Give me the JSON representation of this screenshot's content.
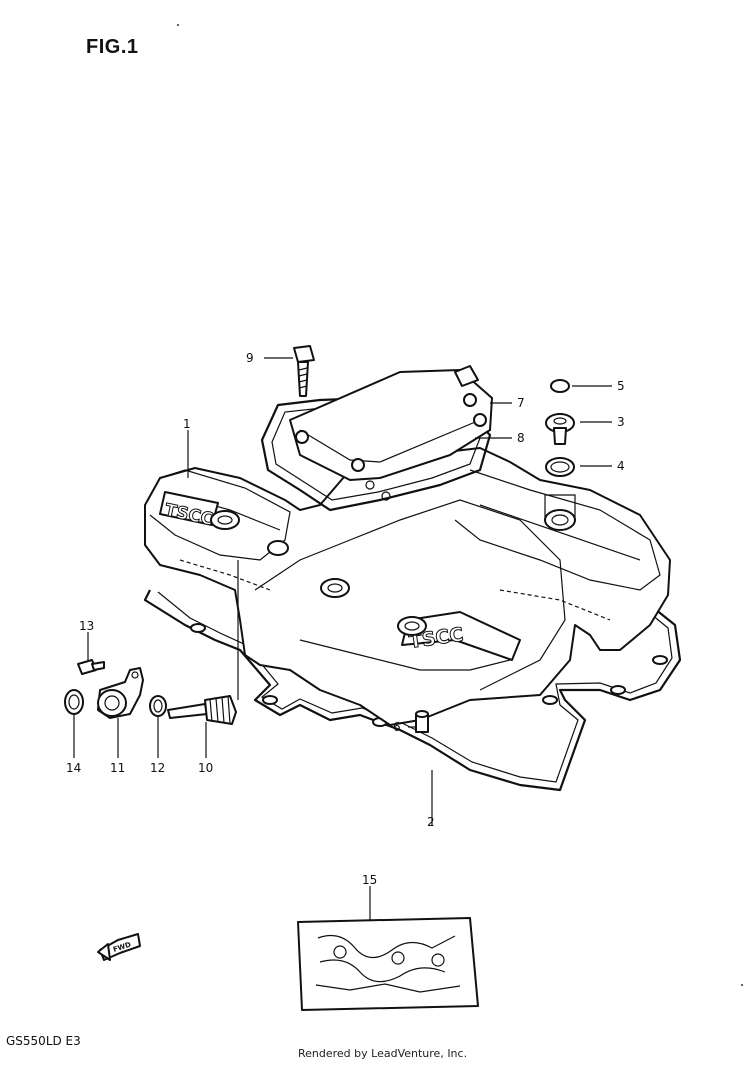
{
  "figure_title": "FIG.1",
  "model_label": "GS550LD E3",
  "credit": "Rendered by LeadVenture, Inc.",
  "embossed_text": "TSCC",
  "fwd_label": "FWD",
  "callouts": [
    {
      "id": "c1",
      "label": "1"
    },
    {
      "id": "c2",
      "label": "2"
    },
    {
      "id": "c3",
      "label": "3"
    },
    {
      "id": "c4",
      "label": "4"
    },
    {
      "id": "c5",
      "label": "5"
    },
    {
      "id": "c6",
      "label": "6"
    },
    {
      "id": "c7",
      "label": "7"
    },
    {
      "id": "c8",
      "label": "8"
    },
    {
      "id": "c9",
      "label": "9"
    },
    {
      "id": "c10",
      "label": "10"
    },
    {
      "id": "c11",
      "label": "11"
    },
    {
      "id": "c12",
      "label": "12"
    },
    {
      "id": "c13",
      "label": "13"
    },
    {
      "id": "c14",
      "label": "14"
    },
    {
      "id": "c15",
      "label": "15"
    }
  ]
}
